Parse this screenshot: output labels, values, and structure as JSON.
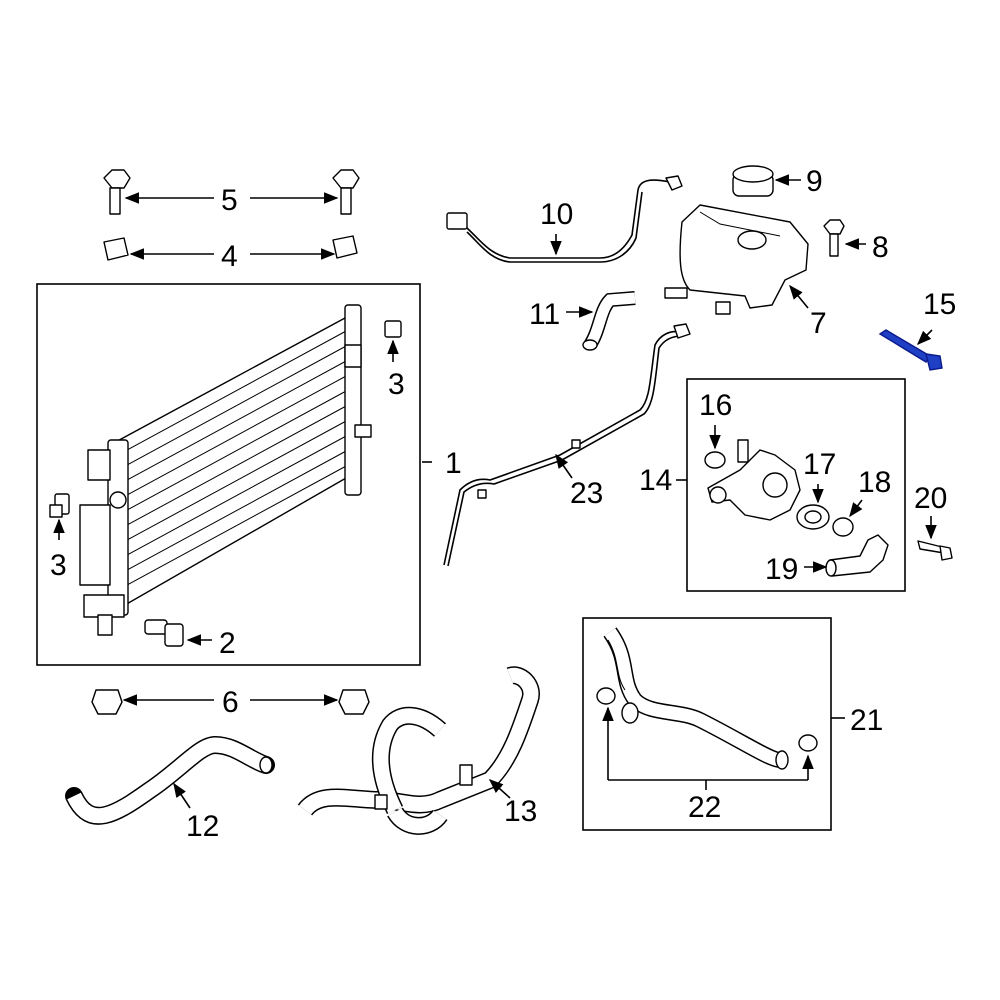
{
  "diagram": {
    "callouts": {
      "c1": "1",
      "c2": "2",
      "c3a": "3",
      "c3b": "3",
      "c4": "4",
      "c5": "5",
      "c6": "6",
      "c7": "7",
      "c8": "8",
      "c9": "9",
      "c10": "10",
      "c11": "11",
      "c12": "12",
      "c13": "13",
      "c14": "14",
      "c15": "15",
      "c16": "16",
      "c17": "17",
      "c18": "18",
      "c19": "19",
      "c20": "20",
      "c21": "21",
      "c22": "22",
      "c23": "23"
    },
    "colors": {
      "line": "#000000",
      "highlight": "#1f3fc4",
      "background": "#ffffff"
    }
  }
}
